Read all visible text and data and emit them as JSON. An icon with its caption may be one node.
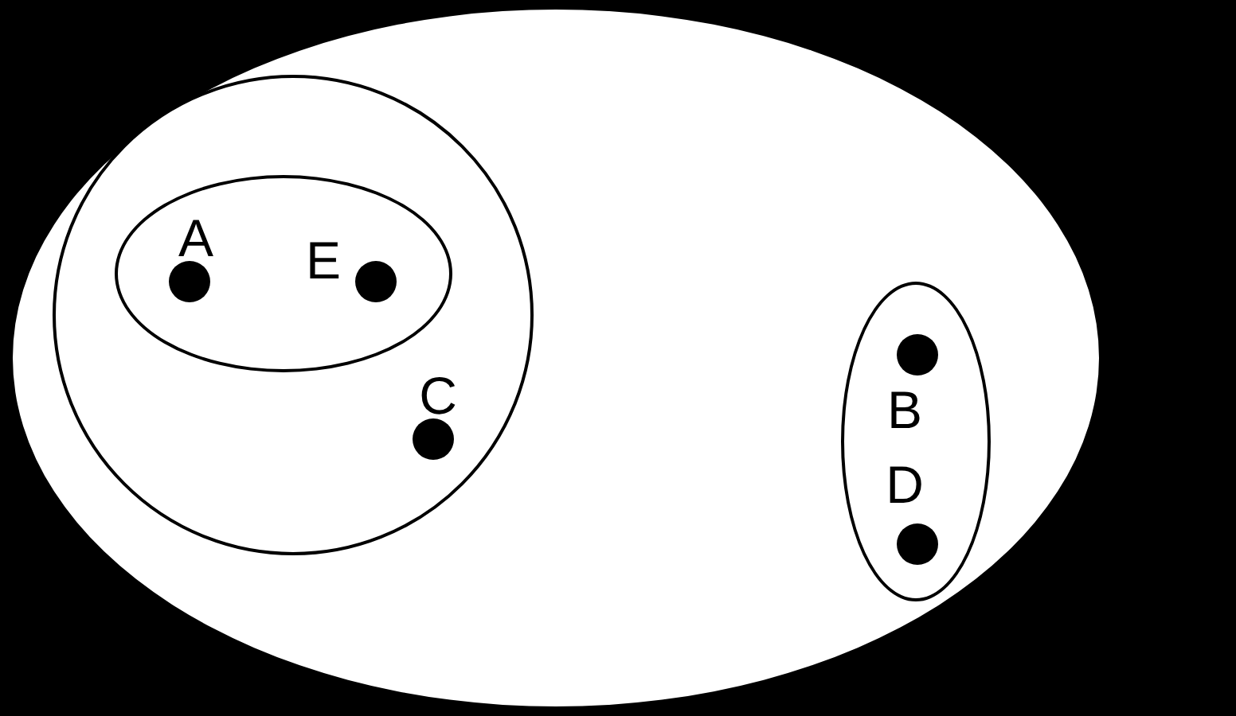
{
  "diagram": {
    "nodes": [
      {
        "text": [],
        "shape": "ellipse"
      },
      {
        "text": [],
        "shape": "circle",
        "in": 0
      },
      {
        "text": [],
        "shape": "ellipse",
        "in": 1
      },
      {
        "text": [
          "A"
        ],
        "in": 2
      },
      {
        "text": [
          "E"
        ],
        "in": 2
      },
      {
        "text": [
          "C"
        ],
        "in": 1
      },
      {
        "text": [],
        "shape": "ellipse",
        "in": 0
      },
      {
        "text": [
          "B"
        ],
        "in": 6
      },
      {
        "text": [
          "D"
        ],
        "in": 6
      }
    ]
  }
}
